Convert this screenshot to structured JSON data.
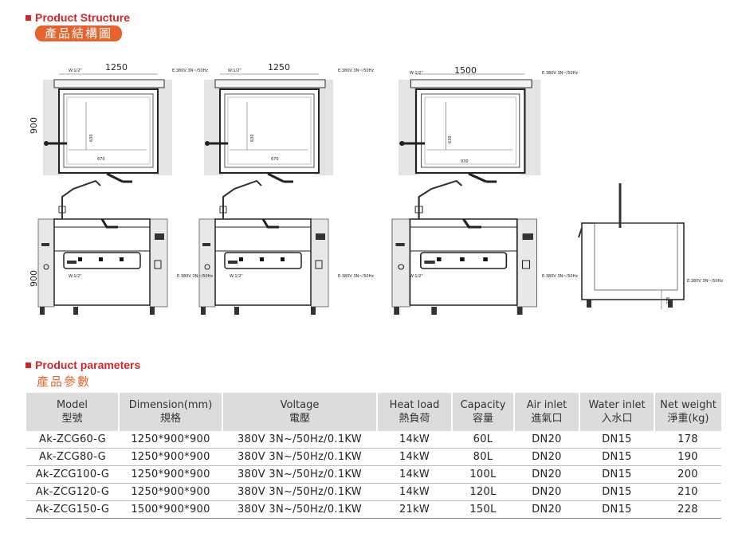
{
  "structure_section": {
    "title_en": "Product Structure",
    "title_cn": "產品結構圖"
  },
  "drawings": {
    "top_views": [
      {
        "width_label": "1250",
        "depth_label": "900",
        "inner_w": "670",
        "inner_d": "630",
        "water_label": "W:1/2\"",
        "power_label": "E:380V 3N~/50Hz"
      },
      {
        "width_label": "1250",
        "inner_w": "670",
        "inner_d": "630",
        "water_label": "W:1/2\"",
        "power_label": "E:380V 3N~/50Hz"
      },
      {
        "width_label": "1500",
        "inner_w": "930",
        "inner_d": "630",
        "water_label": "W:1/2\"",
        "power_label": "E:380V 3N~/50Hz"
      }
    ],
    "front_views": [
      {
        "height_label": "900",
        "water_label": "W:1/2\"",
        "power_label": "E:380V 3N~/50Hz"
      },
      {
        "water_label": "W:1/2\"",
        "power_label": "E:380V 3N~/50Hz"
      },
      {
        "water_label": "W:1/2\"",
        "power_label": "E:380V 3N~/50Hz"
      }
    ],
    "side_view": {
      "power_label": "E:380V 3N~/50Hz",
      "leg_label": "225"
    }
  },
  "params_section": {
    "title_en": "Product parameters",
    "title_cn": "產品參數"
  },
  "table": {
    "headers": [
      {
        "en": "Model",
        "cn": "型號"
      },
      {
        "en": "Dimension(mm)",
        "cn": "規格"
      },
      {
        "en": "Voltage",
        "cn": "電壓"
      },
      {
        "en": "Heat load",
        "cn": "熱負荷"
      },
      {
        "en": "Capacity",
        "cn": "容量"
      },
      {
        "en": "Air inlet",
        "cn": "進氣口"
      },
      {
        "en": "Water inlet",
        "cn": "入水口"
      },
      {
        "en": "Net weight",
        "cn": "淨重(kg)"
      }
    ],
    "rows": [
      [
        "Ak-ZCG60-G",
        "1250*900*900",
        "380V 3N~/50Hz/0.1KW",
        "14kW",
        "60L",
        "DN20",
        "DN15",
        "178"
      ],
      [
        "Ak-ZCG80-G",
        "1250*900*900",
        "380V 3N~/50Hz/0.1KW",
        "14kW",
        "80L",
        "DN20",
        "DN15",
        "190"
      ],
      [
        "Ak-ZCG100-G",
        "1250*900*900",
        "380V 3N~/50Hz/0.1KW",
        "14kW",
        "100L",
        "DN20",
        "DN15",
        "200"
      ],
      [
        "Ak-ZCG120-G",
        "1250*900*900",
        "380V 3N~/50Hz/0.1KW",
        "14kW",
        "120L",
        "DN20",
        "DN15",
        "210"
      ],
      [
        "Ak-ZCG150-G",
        "1500*900*900",
        "380V 3N~/50Hz/0.1KW",
        "21kW",
        "150L",
        "DN20",
        "DN15",
        "228"
      ]
    ]
  },
  "colors": {
    "accent_red": "#d2262a",
    "accent_orange": "#e8622b",
    "header_gray": "#dcdcdc"
  }
}
